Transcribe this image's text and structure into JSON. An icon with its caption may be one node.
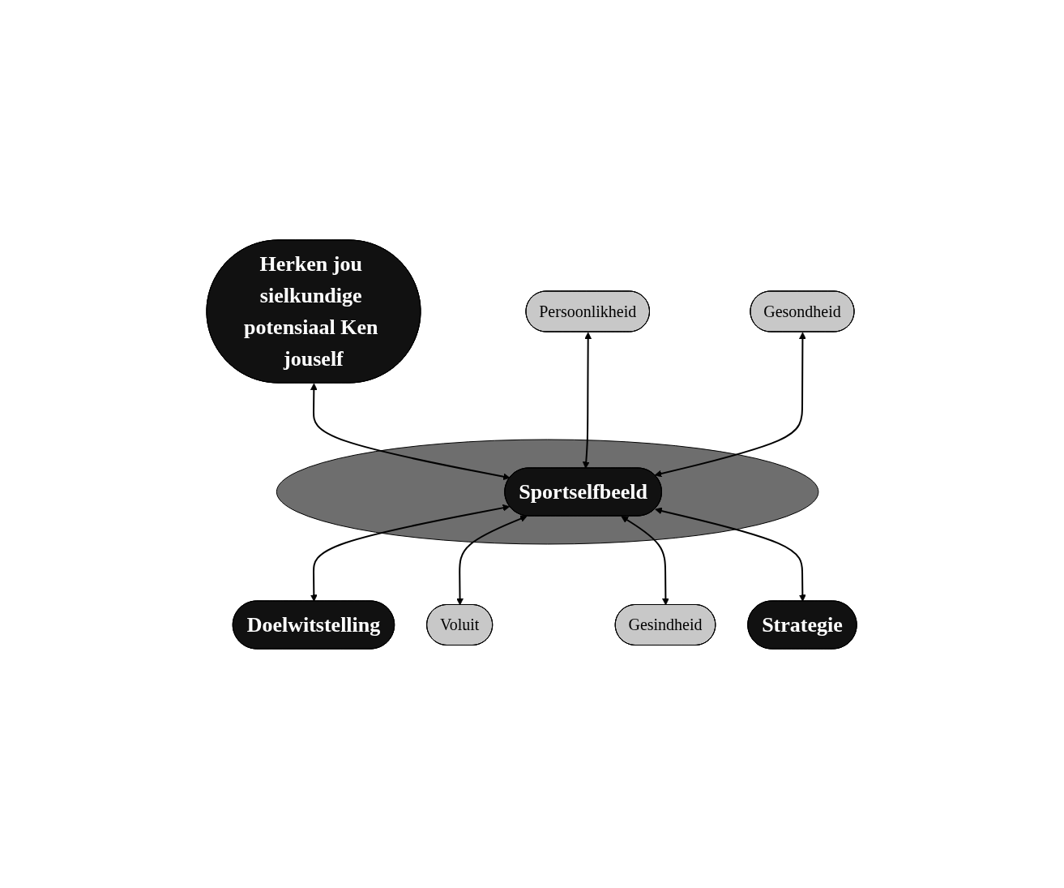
{
  "diagram": {
    "nodes": [
      {
        "text": [],
        "shape": "circle"
      },
      {
        "text": [
          "Herken jou sielkundige potensiaal Ken jouself"
        ]
      },
      {
        "text": [
          "Persoonlikheid"
        ]
      },
      {
        "text": [
          "Gesondheid"
        ]
      },
      {
        "text": [
          "Sportselfbeeld"
        ],
        "in": 0
      },
      {
        "text": [
          "Doelwitstelling"
        ]
      },
      {
        "text": [
          "Voluit"
        ]
      },
      {
        "text": [
          "Gesindheid"
        ]
      },
      {
        "text": [
          "Strategie"
        ]
      }
    ],
    "edges": [
      {
        "from": 1,
        "to": 4,
        "arrow": "both"
      },
      {
        "from": 2,
        "to": 4,
        "arrow": "both"
      },
      {
        "from": 3,
        "to": 4,
        "arrow": "both"
      },
      {
        "from": 4,
        "to": 5,
        "arrow": "both"
      },
      {
        "from": 4,
        "to": 6,
        "arrow": "both"
      },
      {
        "from": 4,
        "to": 7,
        "arrow": "both"
      },
      {
        "from": 4,
        "to": 8,
        "arrow": "both"
      }
    ]
  }
}
